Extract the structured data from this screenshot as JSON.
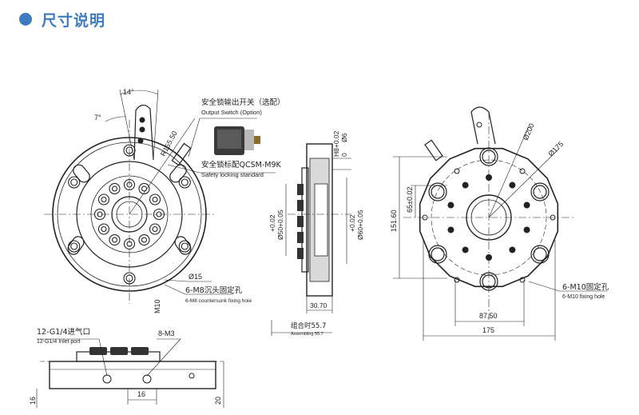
{
  "header": {
    "title": "尺寸说明"
  },
  "labels": {
    "angle_14": "14°",
    "angle_7": "7°",
    "radius": "R155.50",
    "switch_cn": "安全锁输出开关（选配）",
    "switch_en": "Output Switch (Option)",
    "lock_cn": "安全锁标配QCSM-M9K",
    "lock_en": "Safety locking standard",
    "dia15": "Ø15",
    "m8_cn": "6-M8沉头固定孔",
    "m8_en": "6-M8 countersunk fixing hole",
    "m10_left": "M10",
    "h8": "H8+0.02",
    "h8b": "0",
    "dia6": "Ø6",
    "tol_left": "+0.02",
    "tol_left_b": "Ø50+0.05",
    "tol_right": "+0.02",
    "tol_right_b": "Ø60+0.05",
    "d3070": "30.70",
    "assembled_cn": "组合时55.7",
    "assembled_en": "Assembling 55.7",
    "dia200": "Ø200",
    "dia175": "Ø175",
    "d65": "65±0.02",
    "d151": "151.60",
    "d8750": "87.50",
    "d175": "175",
    "m10_cn": "6-M10固定孔",
    "m10_en": "6-M10 fixing hole",
    "inlet_cn": "12-G1/4进气口",
    "inlet_en": "12-G1/4 Inlet port",
    "m3": "8-M3",
    "d16a": "16",
    "d16b": "16",
    "d20": "20"
  }
}
